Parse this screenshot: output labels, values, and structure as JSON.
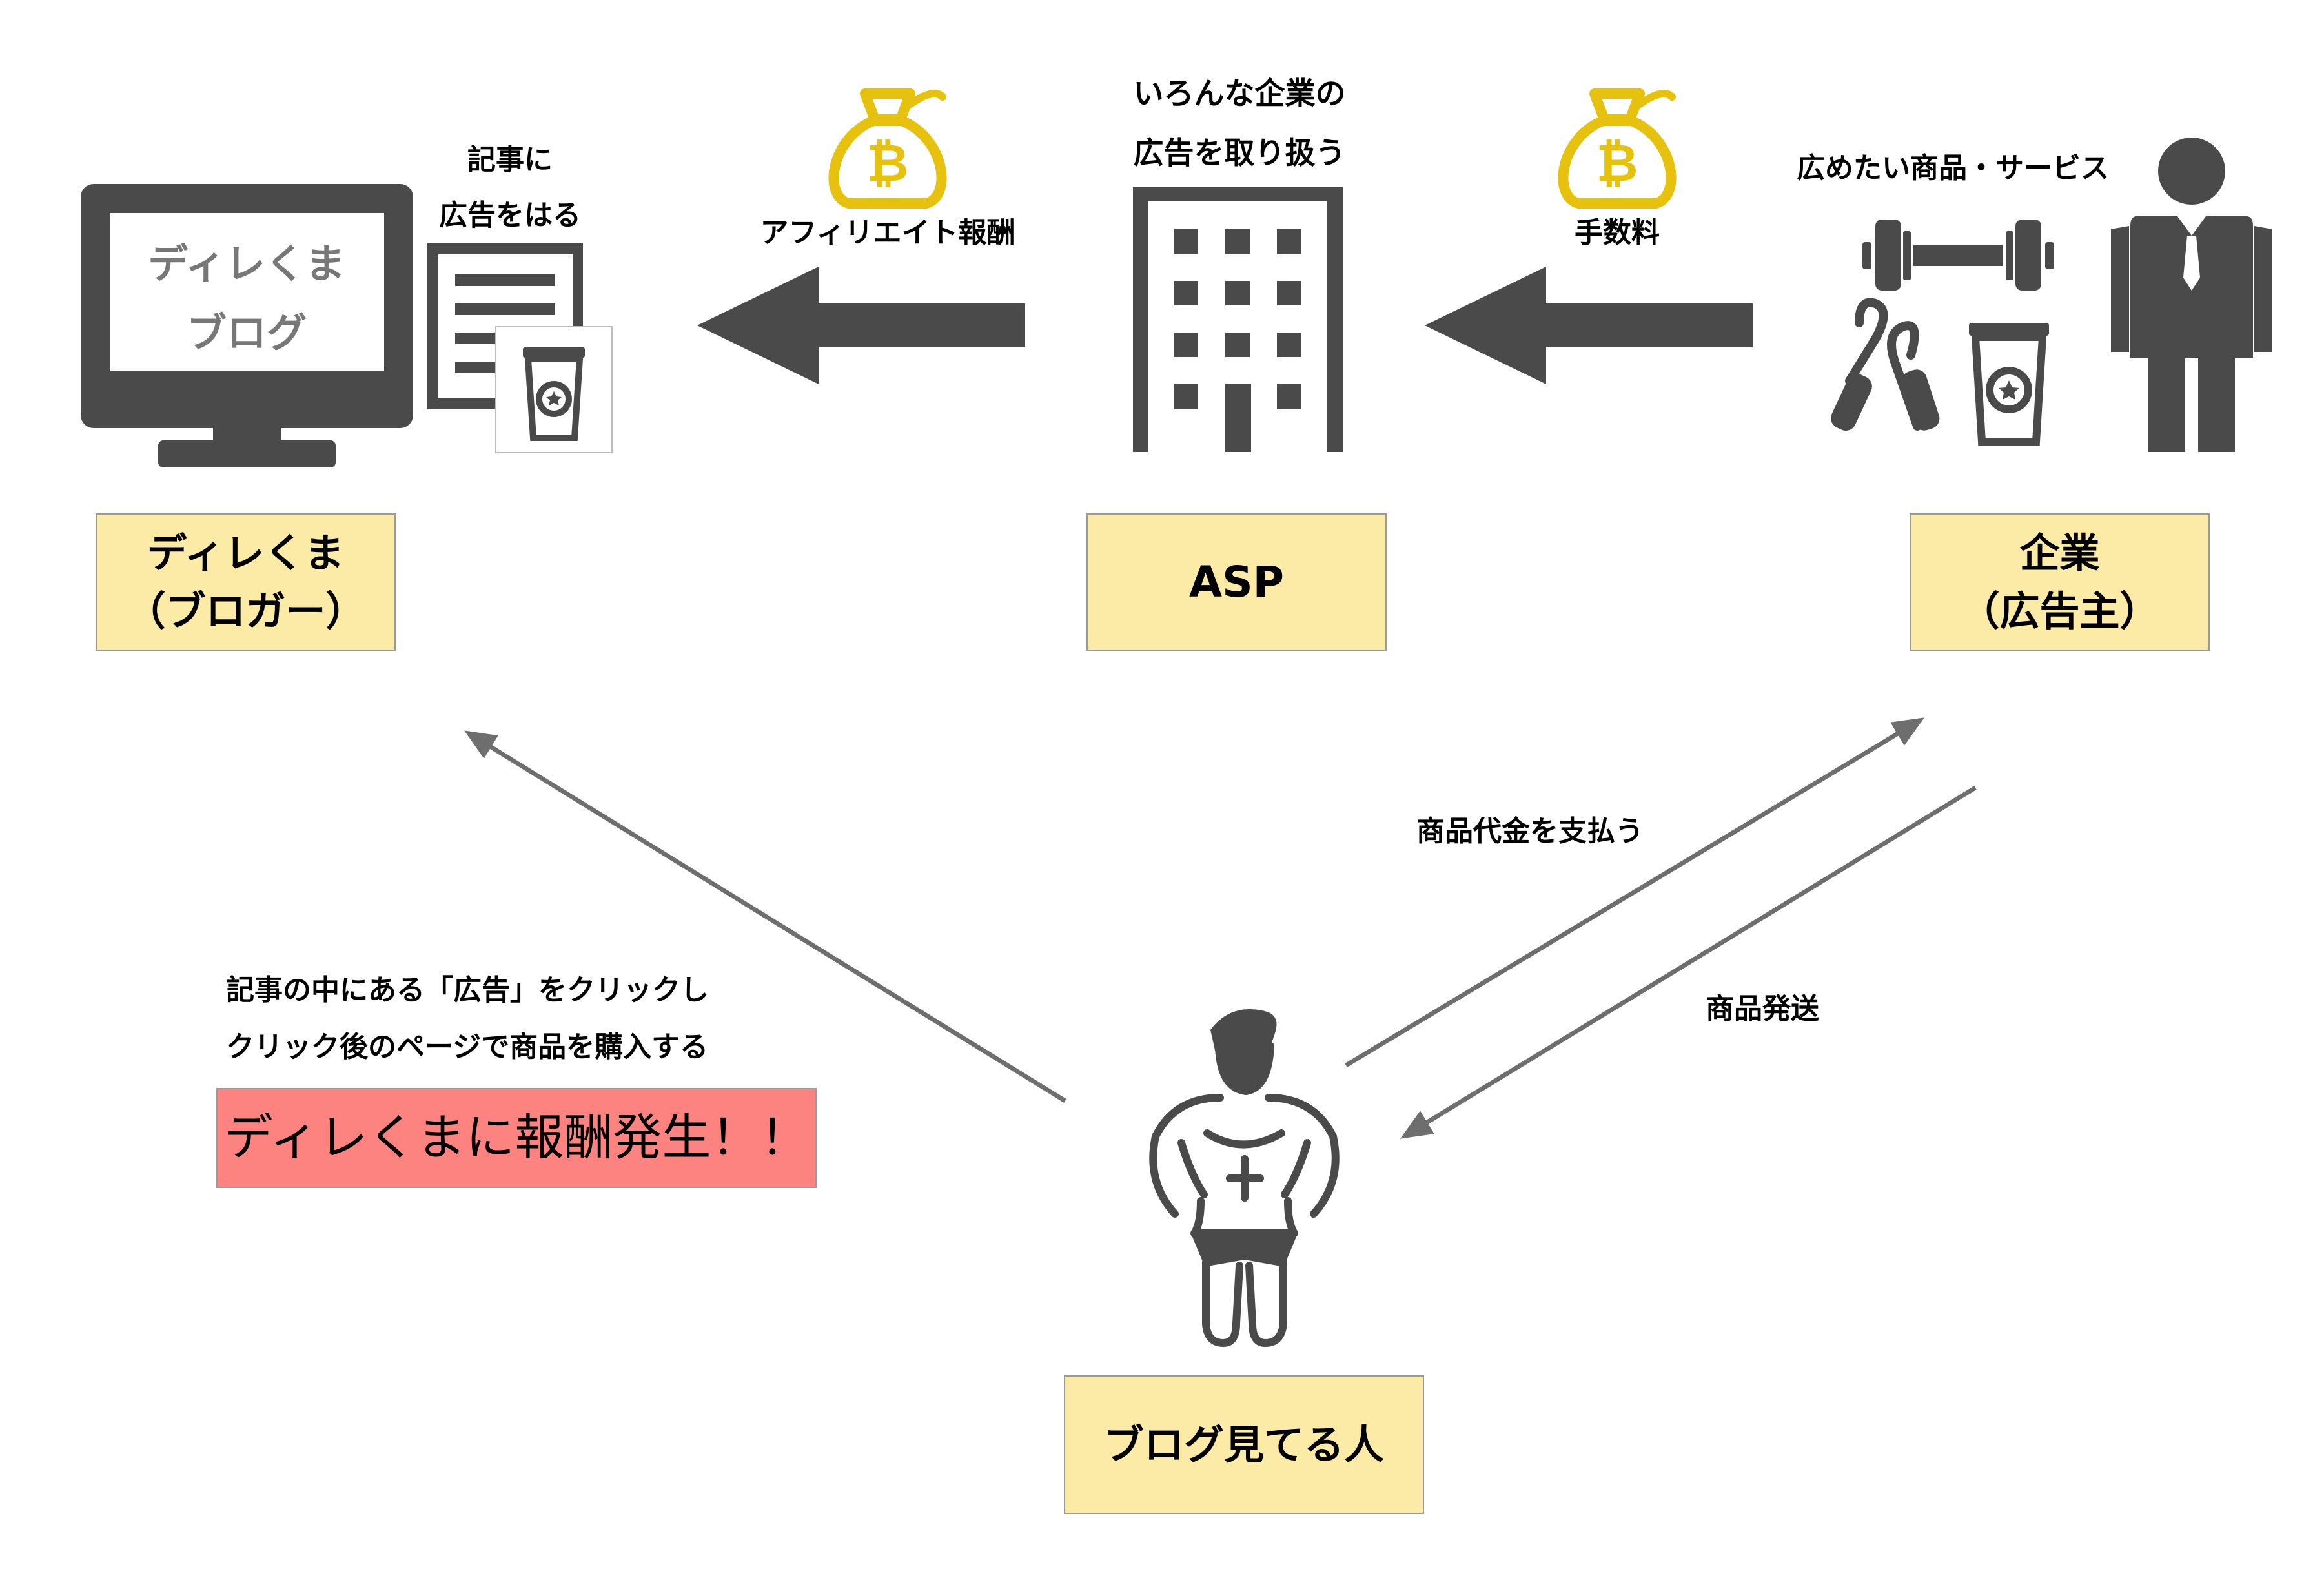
{
  "blogger": {
    "screen_line1": "ディレくま",
    "screen_line2": "ブログ",
    "label_line1": "ディレくま",
    "label_line2": "（ブロガー）",
    "ad_caption_line1": "記事に",
    "ad_caption_line2": "広告をはる"
  },
  "asp": {
    "caption_line1": "いろんな企業の",
    "caption_line2": "広告を取り扱う",
    "label": "ASP"
  },
  "company": {
    "caption": "広めたい商品・サービス",
    "label_line1": "企業",
    "label_line2": "（広告主）"
  },
  "visitor": {
    "label": "ブログ見てる人"
  },
  "flows": {
    "affiliate_reward": "アフィリエイト報酬",
    "fee": "手数料",
    "pay": "商品代金を支払う",
    "ship": "商品発送"
  },
  "note": {
    "line1": "記事の中にある「広告」をクリックし",
    "line2": "クリック後のページで商品を購入する",
    "alert": "ディレくまに報酬発生！！"
  },
  "colors": {
    "icon": "#4a4a4a",
    "gold": "#e6c20f",
    "box": "#fbeba7",
    "alert": "#fd8380",
    "line": "#6e6e6e"
  },
  "icons": [
    "monitor-icon",
    "document-icon",
    "coffee-cup-icon",
    "money-bag-icon",
    "building-icon",
    "dumbbell-icon",
    "hand-grip-icon",
    "businessman-icon",
    "muscle-man-icon"
  ]
}
